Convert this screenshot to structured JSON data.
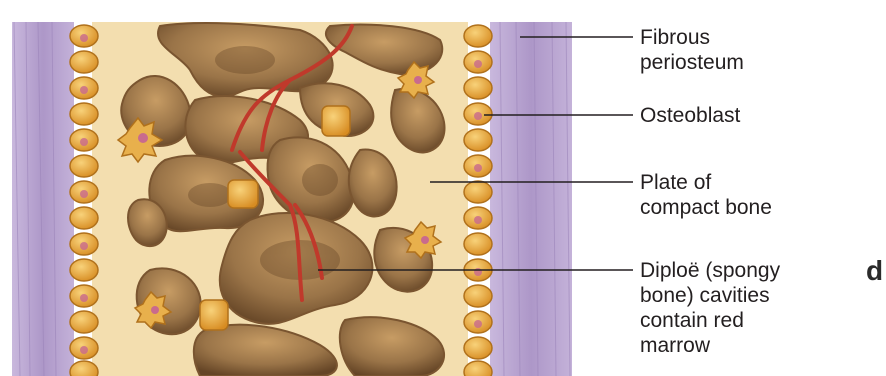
{
  "figure": {
    "labels": {
      "fibrous_periosteum": "Fibrous\nperiosteum",
      "osteoblast": "Osteoblast",
      "compact_bone": "Plate of\ncompact bone",
      "diploe": "Diploë (spongy\nbone) cavities\ncontain red\nmarrow"
    },
    "cropped_glyph": "d",
    "colors": {
      "periosteum": "#b4a0cc",
      "compact_bone": "#f3deaf",
      "cavity": "#9e7a4c",
      "cavity_shadow": "#6f4e2c",
      "osteoblast": "#e4a83c",
      "osteocyte": "#c96a8d",
      "vessel": "#c0392b",
      "leader_line": "#231f20"
    },
    "icons": [
      "osteoblast-cell",
      "osteocyte-cell",
      "blood-vessel"
    ]
  }
}
